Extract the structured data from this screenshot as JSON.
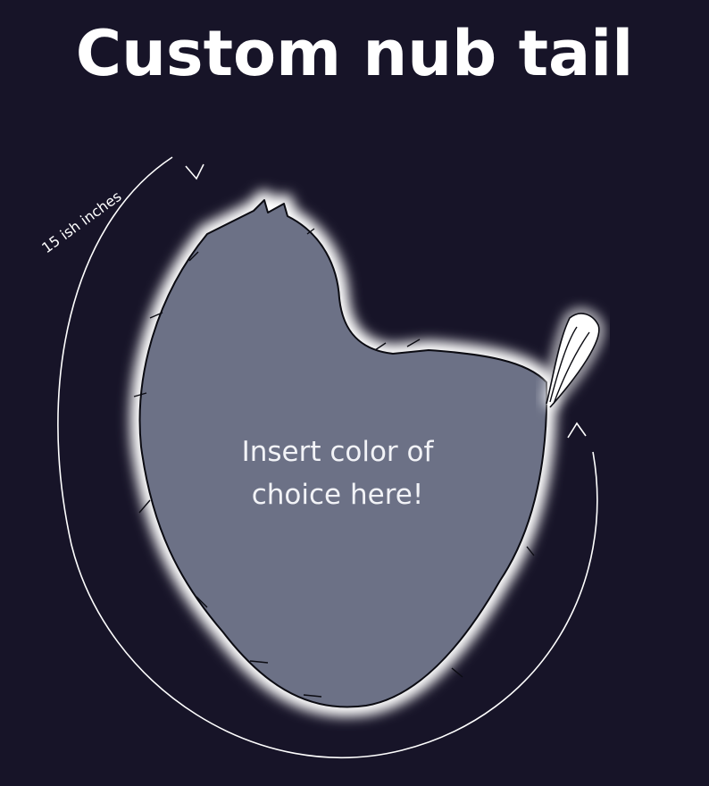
{
  "title": "Custom nub tail",
  "measurement": {
    "label": "15 ish inches"
  },
  "placeholder": {
    "line1": "Insert color of",
    "line2": "choice here!"
  },
  "colors": {
    "background": "#171428",
    "tail_fill": "#6c7186",
    "tail_glow": "#ffffff",
    "outline": "#0b0b12",
    "text": "#ffffff"
  }
}
